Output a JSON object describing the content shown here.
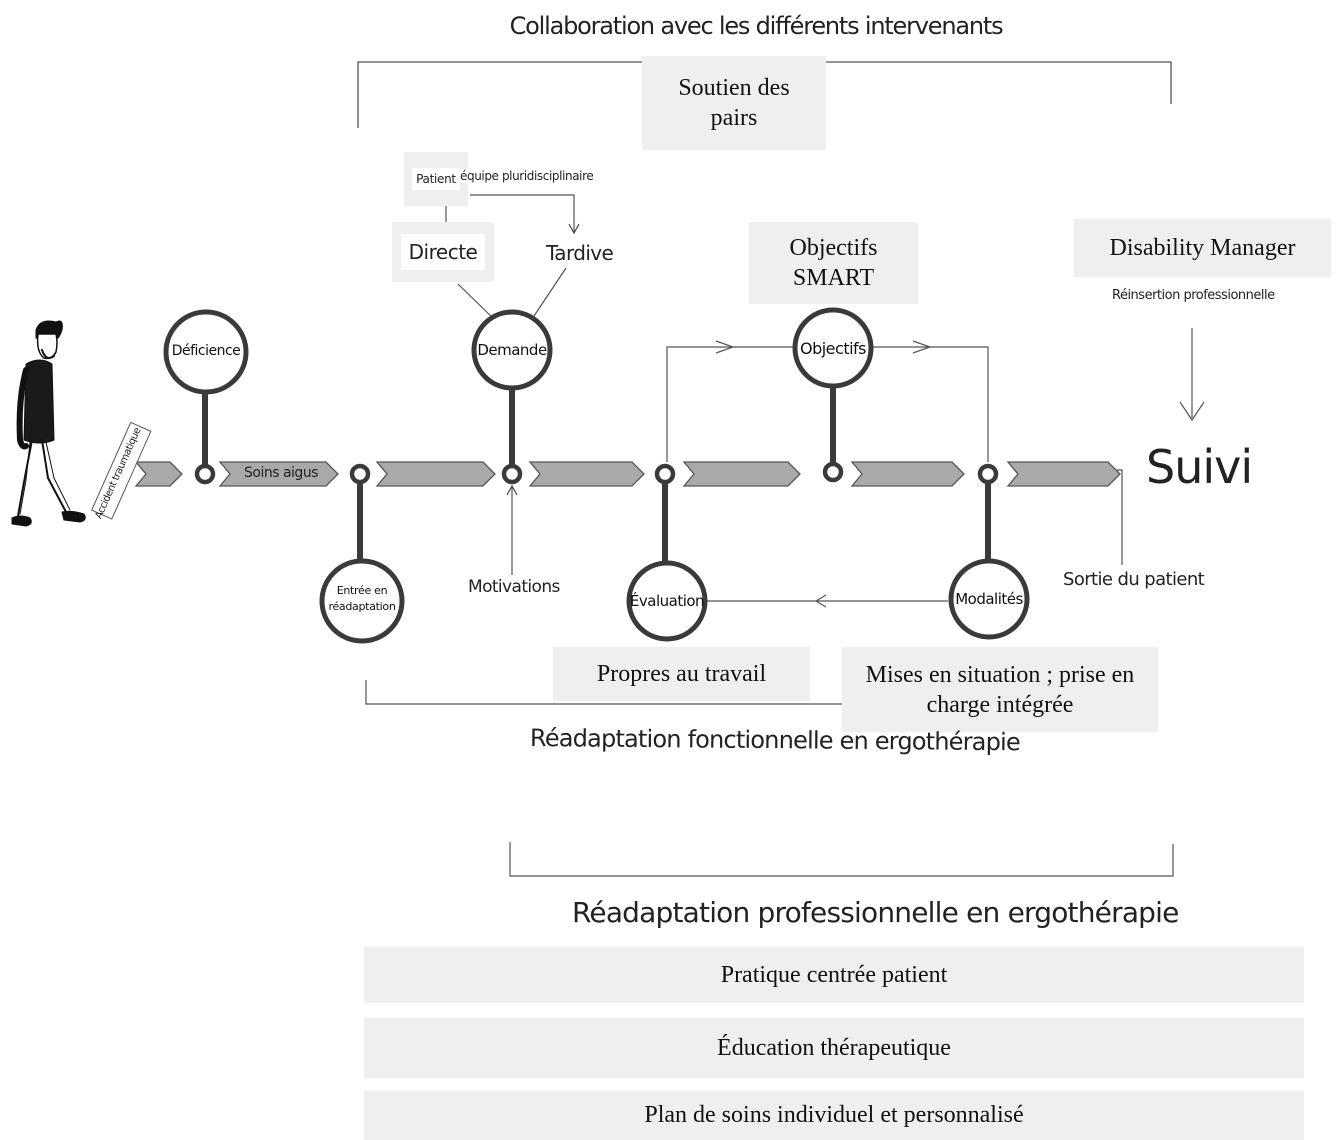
{
  "header": {
    "title": "Collaboration avec les différents intervenants",
    "soutien": "Soutien des pairs"
  },
  "demande_group": {
    "patient": "Patient",
    "equipe": "équipe pluridisciplinaire",
    "directe": "Directe",
    "tardive": "Tardive"
  },
  "objectifs_box": "Objectifs SMART",
  "disability": {
    "title": "Disability Manager",
    "subtitle": "Réinsertion professionnelle"
  },
  "timeline": {
    "accident": "Accident traumatique",
    "soins_aigus": "Soins aigus",
    "suivi": "Suivi",
    "sortie": "Sortie du patient",
    "motivations": "Motivations"
  },
  "nodes": {
    "deficience": "Déficience",
    "entree_line1": "Entrée en",
    "entree_line2": "réadaptation",
    "demande": "Demande",
    "evaluation": "Évaluation",
    "objectifs": "Objectifs",
    "modalites": "Modalités"
  },
  "boxes": {
    "propres": "Propres au travail",
    "mises": "Mises en situation ; prise en charge intégrée"
  },
  "sections": {
    "fonctionnelle": "Réadaptation fonctionnelle en ergothérapie",
    "professionnelle": "Réadaptation professionnelle en ergothérapie"
  },
  "bars": [
    "Pratique centrée patient",
    "Éducation thérapeutique",
    "Plan de soins individuel et personnalisé"
  ],
  "colors": {
    "node_fill": "#ffffff",
    "node_stroke": "#3a3a3a",
    "chevron": "#a9a9a9",
    "box_bg": "#efefef"
  }
}
